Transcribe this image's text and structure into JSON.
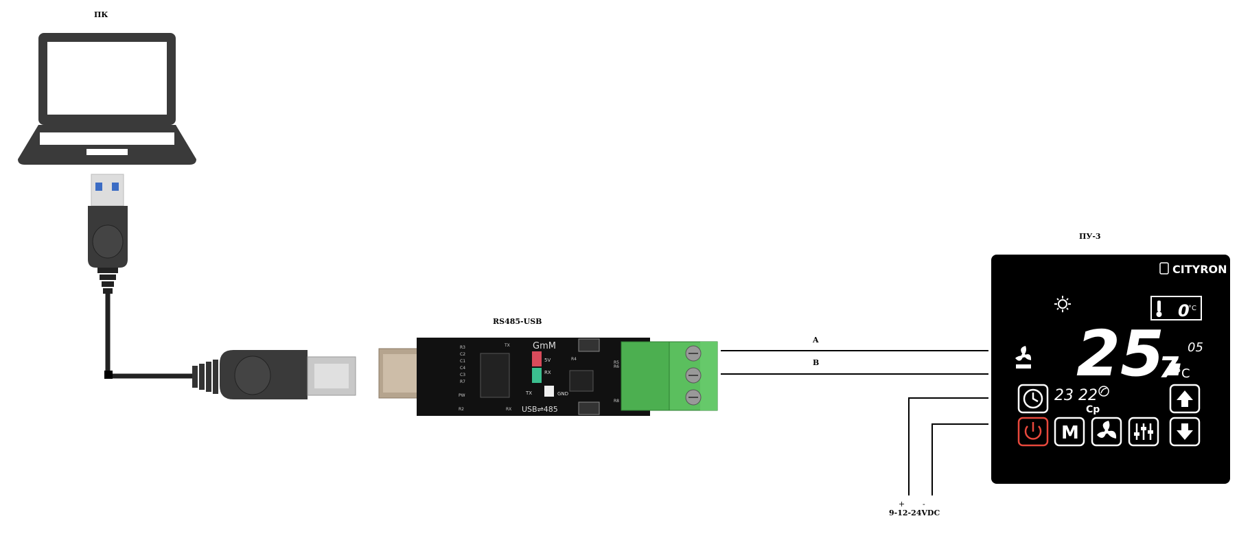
{
  "labels": {
    "pc": "ПК",
    "converter": "RS485-USB",
    "panel": "ПУ-3",
    "wire_a": "A",
    "wire_b": "B",
    "plus": "+",
    "minus": "-",
    "power": "9-12-24VDC"
  },
  "board": {
    "brand": "GmM",
    "model": "USB⇌485",
    "pins": [
      "5V",
      "RX",
      "TX",
      "GND"
    ],
    "refs": [
      "R3",
      "C2",
      "C1",
      "C4",
      "C3",
      "R7",
      "PW",
      "R2",
      "TX",
      "RX",
      "R4",
      "R6",
      "R8",
      "R5"
    ]
  },
  "panel": {
    "brand": "CITYRON",
    "temperature_main": "25.",
    "temperature_decimal": "7",
    "temperature_unit": "°C",
    "setpoint": "0",
    "setpoint_unit": "°C",
    "time": "23 22",
    "fan_speed": "05",
    "day": "Cp",
    "buttons": [
      "M"
    ]
  },
  "colors": {
    "laptop": "#3a3a3a",
    "board": "#111111",
    "terminal": "#4caf50",
    "panel_bg": "#000000",
    "panel_fg": "#ffffff",
    "power_button": "#e8483c",
    "wire": "#000000"
  }
}
